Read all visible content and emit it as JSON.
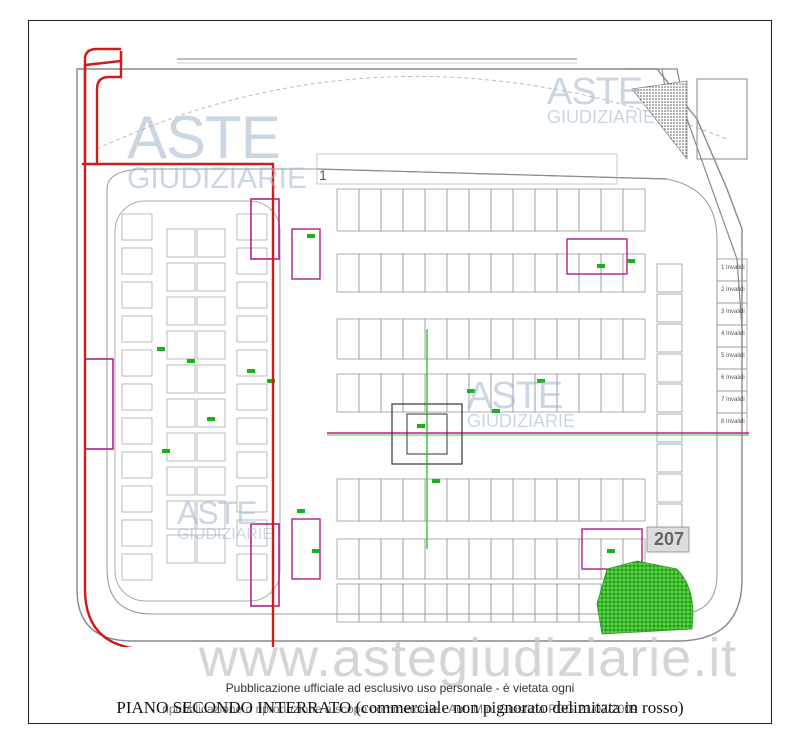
{
  "watermarks": {
    "brand_top": "ASTE",
    "brand_sub": "GIUDIZIARIE",
    "url": "www.astegiudiziarie.it"
  },
  "notice": "Pubblicazione ufficiale ad esclusivo uso personale - è vietata ogni",
  "notice_overlay": "ripubblicazione o riproduzione a scopo commerciale - Aut. Min. Giustizia PDG 21/07/2009",
  "caption": "PIANO SECONDO INTERRATO (commerciale non pignorato delimitata in rosso)",
  "plan": {
    "sector_label": "1",
    "lot_number": "207",
    "parking_labels": [
      "1 Invalidi",
      "2 Invalidi",
      "3 Invalidi",
      "4 Invalidi",
      "5 Invalidi",
      "6 Invalidi",
      "7 Invalidi",
      "8 Invalidi"
    ],
    "colors": {
      "boundary": "#d11a1a",
      "lines": "#7a7a7a",
      "accent_magenta": "#b0208f",
      "accent_green": "#19b219",
      "green_area": "#3fbf2a",
      "watermark": "#9fb6cf"
    }
  }
}
